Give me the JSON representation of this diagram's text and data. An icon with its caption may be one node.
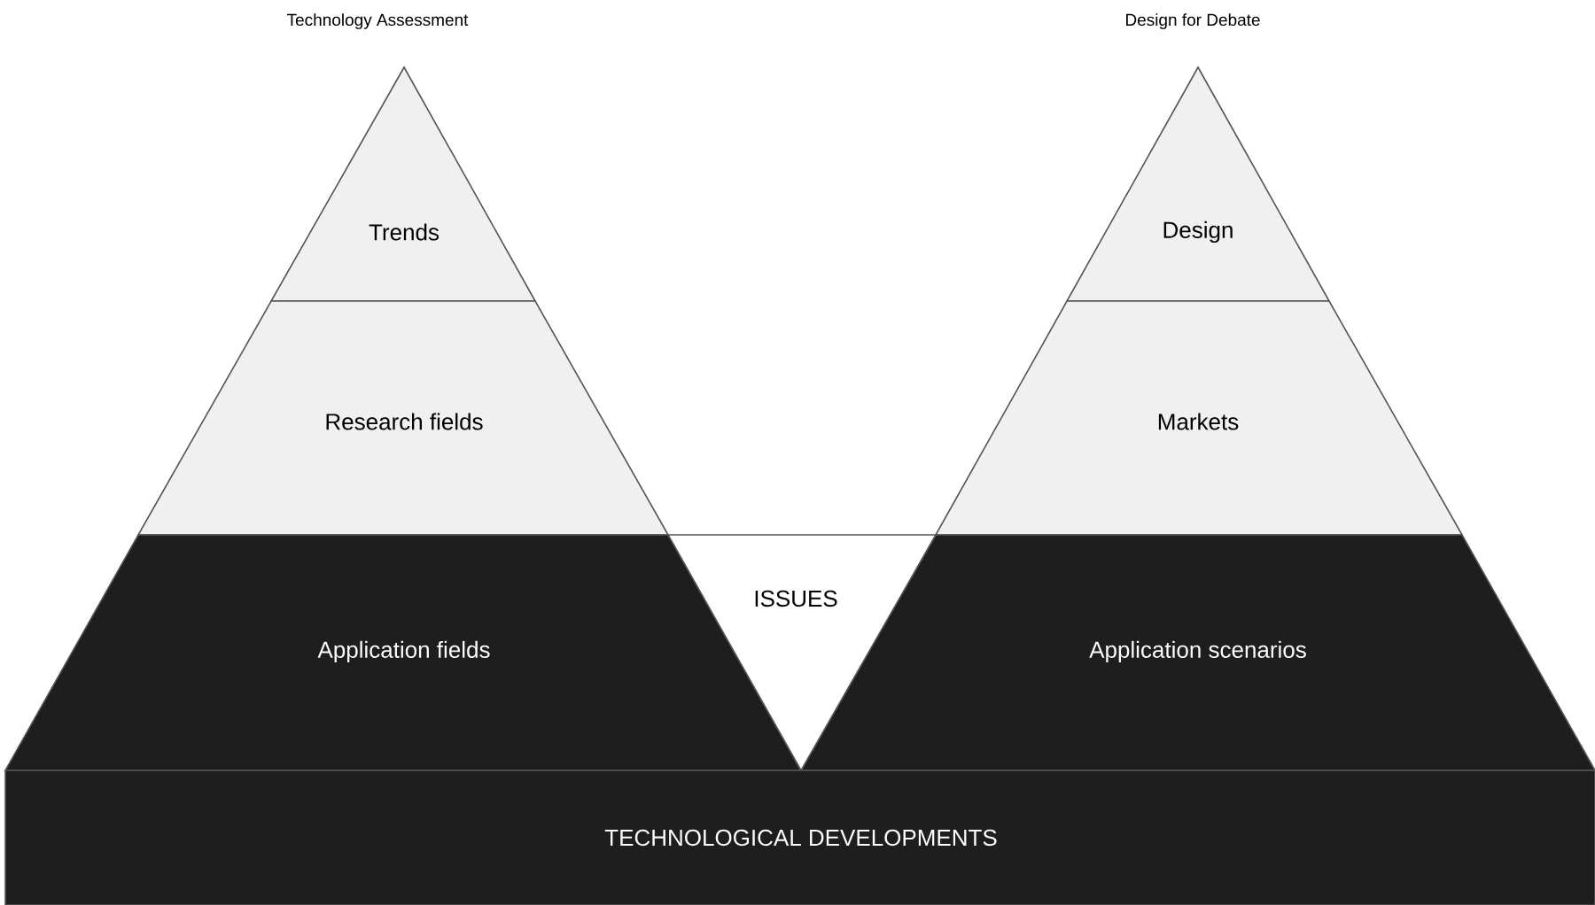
{
  "diagram": {
    "nodes": [
      {
        "text": [
          "Trends"
        ]
      },
      {
        "text": [
          "Research fields"
        ]
      },
      {
        "text": [
          "Application fields"
        ]
      },
      {
        "text": [
          "Design"
        ]
      },
      {
        "text": [
          "Markets"
        ]
      },
      {
        "text": [
          "Application scenarios"
        ]
      },
      {
        "text": [
          "ISSUES"
        ]
      },
      {
        "text": [
          "TECHNOLOGICAL DEVELOPMENTS"
        ]
      }
    ],
    "labels": [
      "Technology Assessment",
      "Design for Debate"
    ]
  }
}
